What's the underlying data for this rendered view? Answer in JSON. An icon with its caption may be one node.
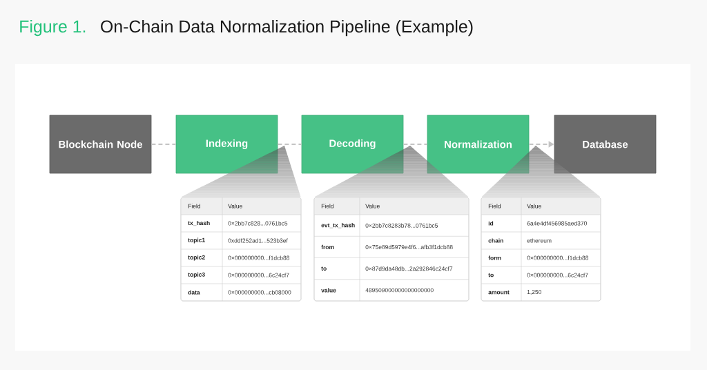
{
  "diagram": {
    "title": "On-Chain Data Normalization Pipeline (Example)",
    "nodes": [
      {
        "text": [
          "Blockchain Node"
        ]
      },
      {
        "text": [
          "Indexing"
        ]
      },
      {
        "text": [
          "Decoding"
        ]
      },
      {
        "text": [
          "Normalization"
        ]
      },
      {
        "text": [
          "Database"
        ]
      },
      {
        "text": [
          "Field",
          "Value",
          "tx_hash",
          "0×2bb7c828...0761bc5",
          "topic1",
          "0xddf252ad1...523b3ef",
          "topic2",
          "0×000000000...f1dcb88",
          "topic3",
          "0×000000000...6c24cf7",
          "data",
          "0×000000000...cb08000"
        ]
      },
      {
        "text": [
          "Field",
          "Value",
          "evt_tx_hash",
          "0×2bb7c8283b78...0761bc5",
          "from",
          "0×75e89d5979e4f6...afb3f1dcb88",
          "to",
          "0×87d9da48db...2a292846c24cf7",
          "value",
          "489509000000000000000"
        ]
      },
      {
        "text": [
          "Field",
          "Value",
          "id",
          "6a4e4df456985aed370",
          "chain",
          "ethereum",
          "form",
          "0×000000000...f1dcb88",
          "to",
          "0×000000000...6c24cf7",
          "amount",
          "1,250"
        ]
      }
    ],
    "edges": [
      {
        "from": 0,
        "to": 1,
        "arrow": "none",
        "style": "dashed"
      },
      {
        "from": 1,
        "to": 2,
        "arrow": "none",
        "style": "dashed"
      },
      {
        "from": 2,
        "to": 3,
        "arrow": "none",
        "style": "dashed"
      },
      {
        "from": 3,
        "to": 4,
        "arrow": "to",
        "style": "dashed"
      }
    ],
    "labels": [
      "Figure 1."
    ]
  }
}
